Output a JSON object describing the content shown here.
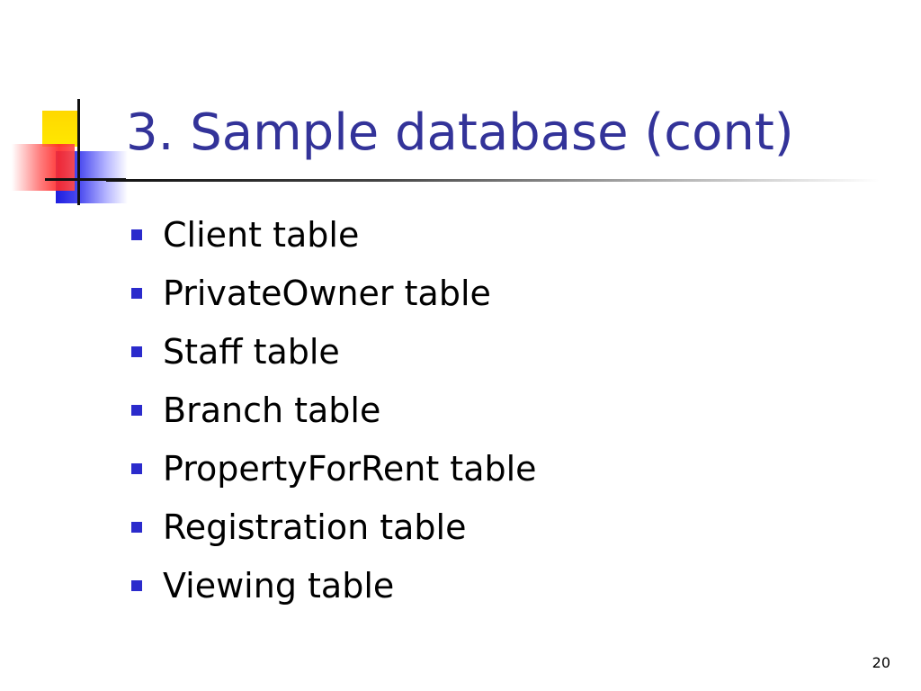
{
  "slide": {
    "title": "3. Sample database (cont)",
    "bullets": [
      "Client table",
      "PrivateOwner table",
      "Staff table",
      "Branch table",
      "PropertyForRent table",
      "Registration table",
      "Viewing table"
    ],
    "page_number": "20"
  },
  "colors": {
    "title": "#333399",
    "bullet_marker": "#2b2bcc",
    "deco_yellow": "#ffd800",
    "deco_red": "#ff2a2a",
    "deco_blue": "#1d1de0"
  },
  "icons": {
    "bullet": "square-bullet-icon",
    "logo": "slide-decoration-logo"
  }
}
